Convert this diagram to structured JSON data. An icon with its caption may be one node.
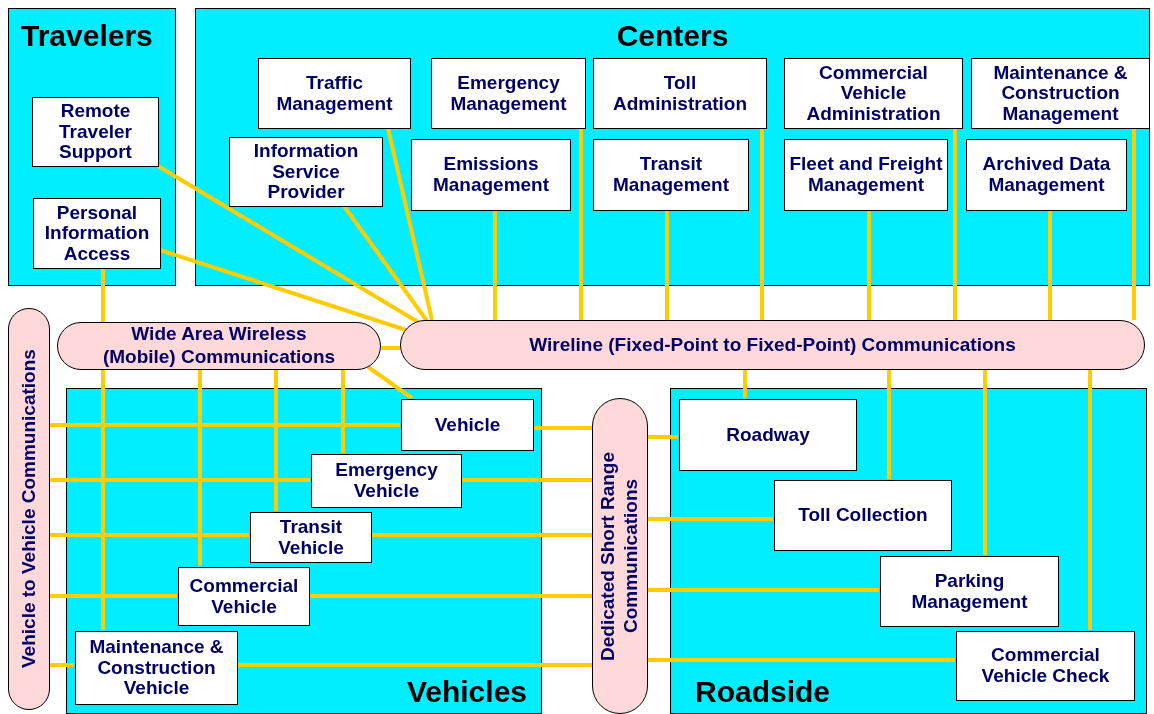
{
  "diagram": {
    "nodes": [
      {
        "text": [
          "Travelers"
        ]
      },
      {
        "text": [
          "Remote Traveler Support"
        ],
        "in": 0
      },
      {
        "text": [
          "Personal Information Access"
        ],
        "in": 0
      },
      {
        "text": [
          "Centers"
        ]
      },
      {
        "text": [
          "Traffic Management"
        ],
        "in": 3
      },
      {
        "text": [
          "Emergency Management"
        ],
        "in": 3
      },
      {
        "text": [
          "Toll Administration"
        ],
        "in": 3
      },
      {
        "text": [
          "Commercial Vehicle Administration"
        ],
        "in": 3
      },
      {
        "text": [
          "Maintenance & Construction Management"
        ],
        "in": 3
      },
      {
        "text": [
          "Information Service Provider"
        ],
        "in": 3
      },
      {
        "text": [
          "Emissions Management"
        ],
        "in": 3
      },
      {
        "text": [
          "Transit Management"
        ],
        "in": 3
      },
      {
        "text": [
          "Fleet and Freight Management"
        ],
        "in": 3
      },
      {
        "text": [
          "Archived Data Management"
        ],
        "in": 3
      },
      {
        "text": [
          "Vehicle to Vehicle Communications"
        ]
      },
      {
        "text": [
          "Wide Area Wireless (Mobile) Communications"
        ]
      },
      {
        "text": [
          "Wireline (Fixed-Point to Fixed-Point) Communications"
        ]
      },
      {
        "text": [
          "Vehicles"
        ]
      },
      {
        "text": [
          "Vehicle"
        ],
        "in": 17
      },
      {
        "text": [
          "Emergency Vehicle"
        ],
        "in": 17
      },
      {
        "text": [
          "Transit Vehicle"
        ],
        "in": 17
      },
      {
        "text": [
          "Commercial Vehicle"
        ],
        "in": 17
      },
      {
        "text": [
          "Maintenance & Construction Vehicle"
        ],
        "in": 17
      },
      {
        "text": [
          "Dedicated Short Range Communications"
        ]
      },
      {
        "text": [
          "Roadside"
        ]
      },
      {
        "text": [
          "Roadway"
        ],
        "in": 24
      },
      {
        "text": [
          "Toll Collection"
        ],
        "in": 24
      },
      {
        "text": [
          "Parking Management"
        ],
        "in": 24
      },
      {
        "text": [
          "Commercial Vehicle Check"
        ],
        "in": 24
      }
    ],
    "edges": [
      {
        "from": 1,
        "to": 16,
        "arrow": "none"
      },
      {
        "from": 2,
        "to": 16,
        "arrow": "none"
      },
      {
        "from": 9,
        "to": 16,
        "arrow": "none"
      },
      {
        "from": 4,
        "to": 16,
        "arrow": "none"
      },
      {
        "from": 10,
        "to": 16,
        "arrow": "none"
      },
      {
        "from": 5,
        "to": 16,
        "arrow": "none"
      },
      {
        "from": 11,
        "to": 16,
        "arrow": "none"
      },
      {
        "from": 6,
        "to": 16,
        "arrow": "none"
      },
      {
        "from": 12,
        "to": 16,
        "arrow": "none"
      },
      {
        "from": 7,
        "to": 16,
        "arrow": "none"
      },
      {
        "from": 13,
        "to": 16,
        "arrow": "none"
      },
      {
        "from": 8,
        "to": 16,
        "arrow": "none"
      },
      {
        "from": 2,
        "to": 15,
        "arrow": "none"
      },
      {
        "from": 15,
        "to": 16,
        "arrow": "none"
      },
      {
        "from": 15,
        "to": 22,
        "arrow": "none"
      },
      {
        "from": 15,
        "to": 21,
        "arrow": "none"
      },
      {
        "from": 15,
        "to": 20,
        "arrow": "none"
      },
      {
        "from": 15,
        "to": 19,
        "arrow": "none"
      },
      {
        "from": 15,
        "to": 18,
        "arrow": "none"
      },
      {
        "from": 14,
        "to": 18,
        "arrow": "none"
      },
      {
        "from": 14,
        "to": 19,
        "arrow": "none"
      },
      {
        "from": 14,
        "to": 20,
        "arrow": "none"
      },
      {
        "from": 14,
        "to": 21,
        "arrow": "none"
      },
      {
        "from": 14,
        "to": 22,
        "arrow": "none"
      },
      {
        "from": 18,
        "to": 23,
        "arrow": "none"
      },
      {
        "from": 19,
        "to": 23,
        "arrow": "none"
      },
      {
        "from": 20,
        "to": 23,
        "arrow": "none"
      },
      {
        "from": 21,
        "to": 23,
        "arrow": "none"
      },
      {
        "from": 22,
        "to": 23,
        "arrow": "none"
      },
      {
        "from": 23,
        "to": 25,
        "arrow": "none"
      },
      {
        "from": 23,
        "to": 26,
        "arrow": "none"
      },
      {
        "from": 23,
        "to": 27,
        "arrow": "none"
      },
      {
        "from": 23,
        "to": 28,
        "arrow": "none"
      },
      {
        "from": 16,
        "to": 25,
        "arrow": "none"
      },
      {
        "from": 16,
        "to": 26,
        "arrow": "none"
      },
      {
        "from": 16,
        "to": 27,
        "arrow": "none"
      },
      {
        "from": 16,
        "to": 28,
        "arrow": "none"
      }
    ]
  }
}
